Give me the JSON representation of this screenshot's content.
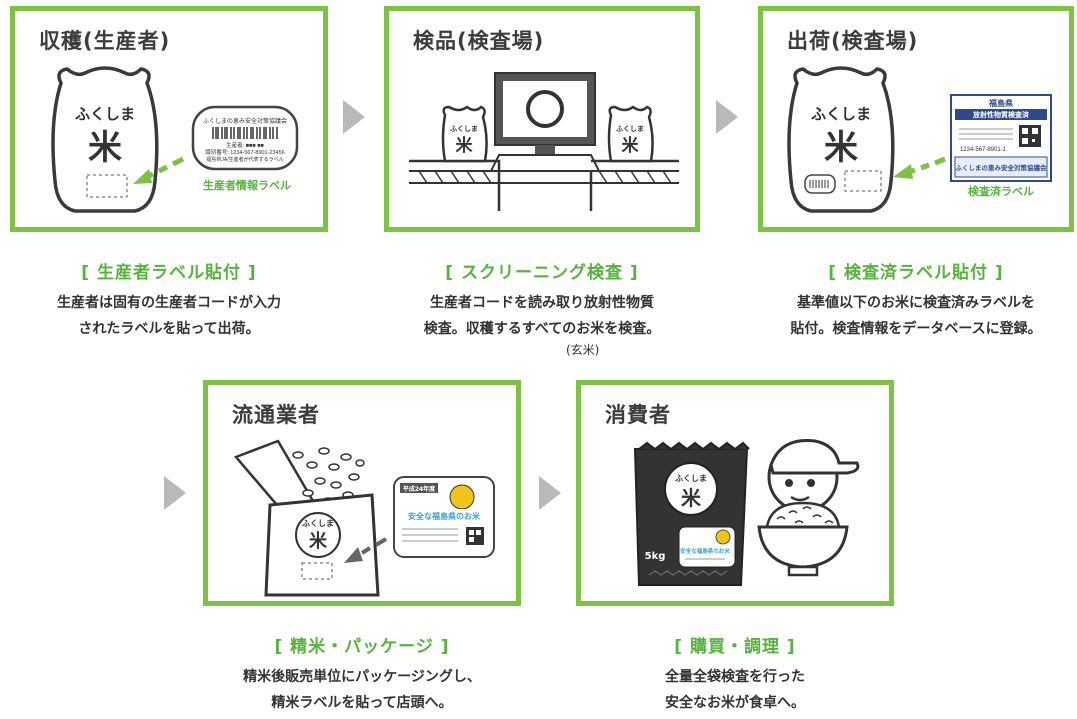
{
  "steps": [
    {
      "title": "収穫(生産者)",
      "label": "[ 生産者ラベル貼付 ]",
      "desc1": "生産者は固有の生産者コードが入力",
      "desc2": "されたラベルを貼って出荷。",
      "bag_text1": "ふくしま",
      "bag_text2": "米",
      "tag_caption": "生産者情報ラベル",
      "tag_header": "ふくしまの恵み安全対策協議会",
      "tag_line1": "生産者: ■■■ ■■",
      "tag_line2": "識別番号: 1234-567-8901-23456",
      "tag_line3": "福島県JA/生産者が代表するラベル"
    },
    {
      "title": "検品(検査場)",
      "label": "[ スクリーニング検査 ]",
      "desc1": "生産者コードを読み取り放射性物質",
      "desc2": "検査。収穫するすべてのお米を検査。",
      "note": "(玄米)",
      "bag_text1": "ふくしま",
      "bag_text2": "米"
    },
    {
      "title": "出荷(検査場)",
      "label": "[ 検査済ラベル貼付 ]",
      "desc1": "基準値以下のお米に検査済みラベルを",
      "desc2": "貼付。検査情報をデータベースに登録。",
      "bag_text1": "ふくしま",
      "bag_text2": "米",
      "tag_caption": "検査済ラベル",
      "tag_top": "福島県",
      "tag_band": "放射性物質検査済",
      "tag_id": "1234-567-8901-1",
      "tag_bottom": "ふくしまの恵み安全対策協議会"
    },
    {
      "title": "流通業者",
      "label": "[ 精米・パッケージ ]",
      "desc1": "精米後販売単位にパッケージングし、",
      "desc2": "精米ラベルを貼って店頭へ。",
      "bag_text1": "ふくしま",
      "bag_text2": "米",
      "tag_year": "平成24年度",
      "tag_main": "安全な福島県のお米"
    },
    {
      "title": "消費者",
      "label": "[ 購買・調理 ]",
      "desc1": "全量全袋検査を行った",
      "desc2": "安全なお米が食卓へ。",
      "bag_text1": "ふくしま",
      "bag_text2": "米",
      "bag_weight": "5kg",
      "tag_main": "安全な福島県のお米"
    }
  ],
  "colors": {
    "accent": "#7dc242",
    "label": "#56b33c",
    "arrow": "#b9b9b9",
    "text": "#333333"
  }
}
